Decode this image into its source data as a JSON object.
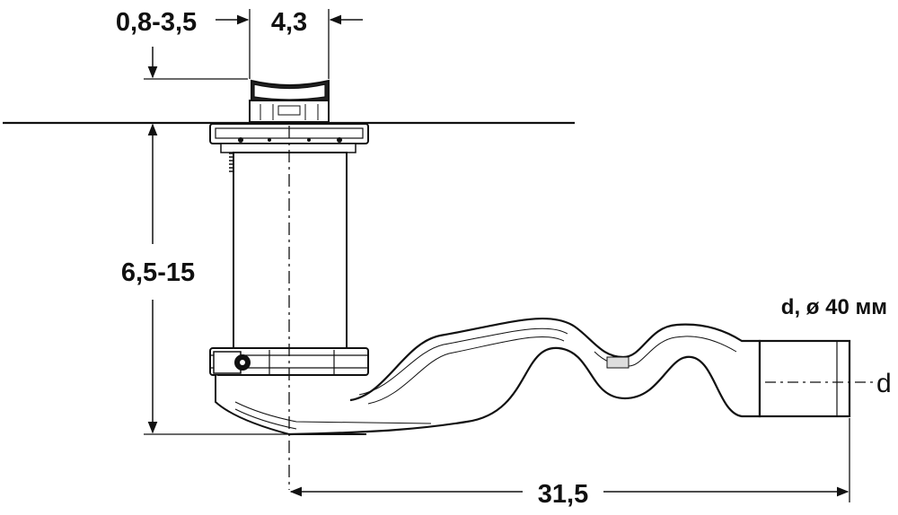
{
  "dimensions": {
    "top_gap": "0,8-3,5",
    "grate_width": "4,3",
    "height_range": "6,5-15",
    "length": "31,5"
  },
  "callouts": {
    "outlet_diameter": "d, ø 40 мм",
    "d_marker": "d"
  },
  "colors": {
    "line": "#111111",
    "background": "#ffffff"
  }
}
